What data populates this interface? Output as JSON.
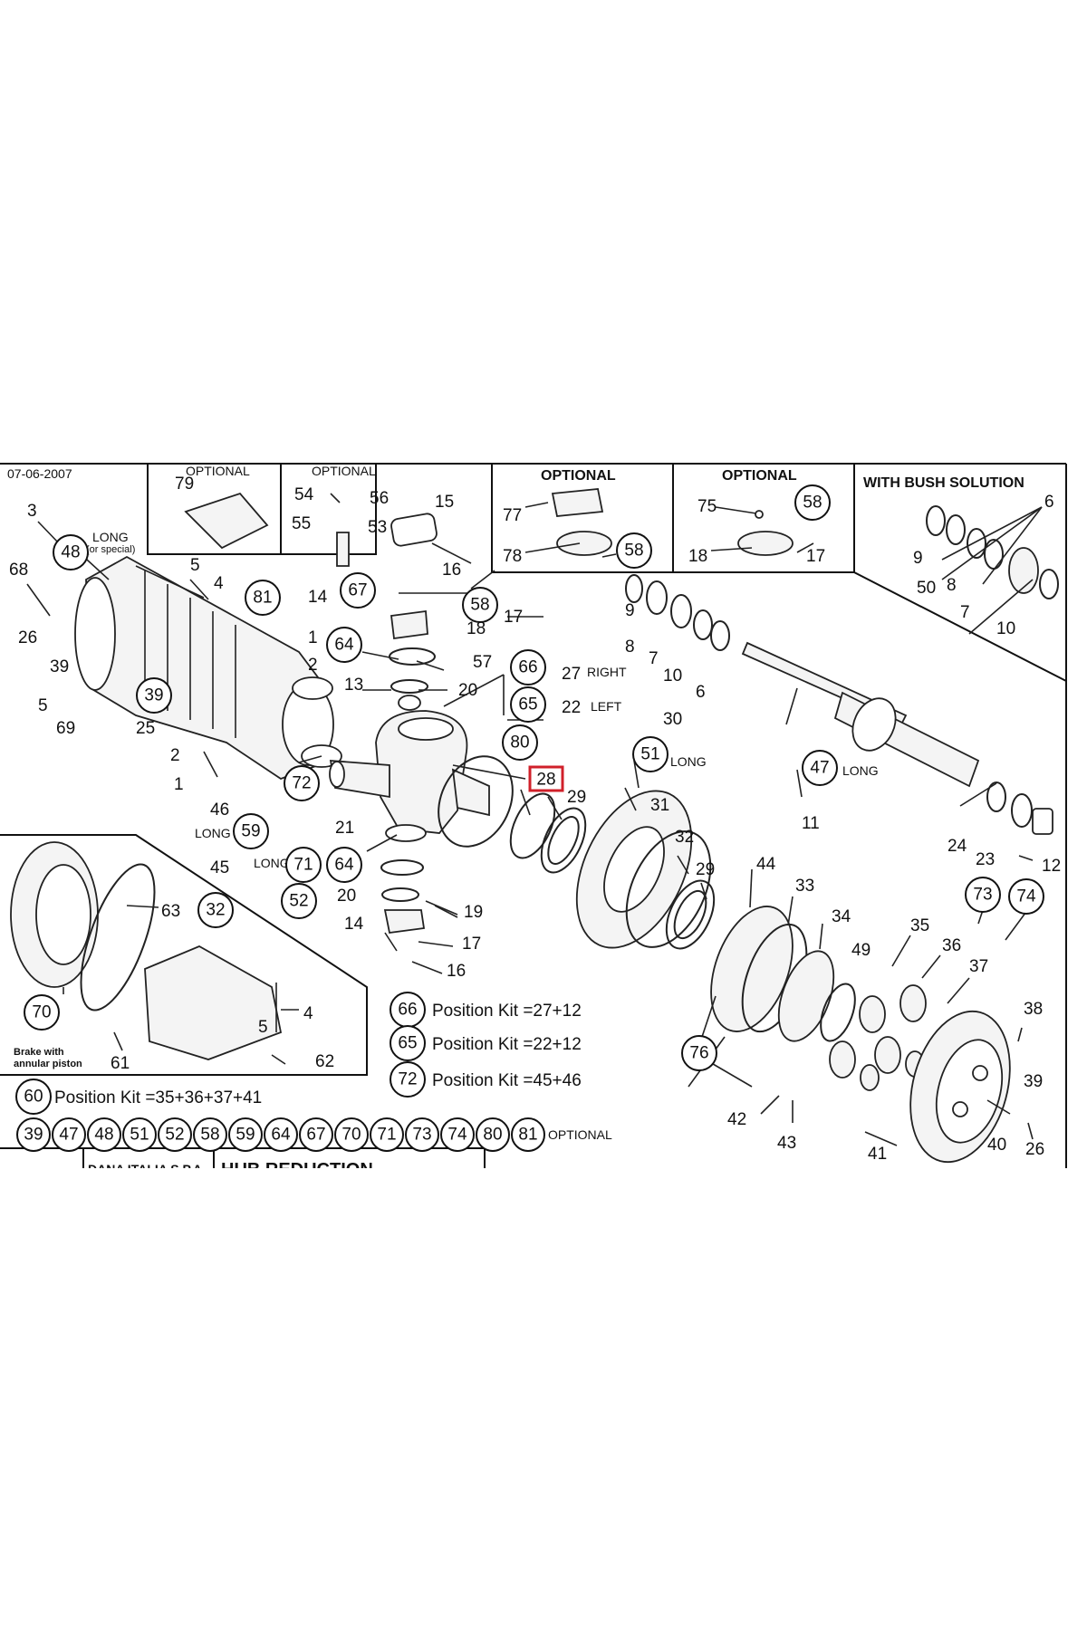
{
  "date": "07-06-2007",
  "optional_label": "OPTIONAL",
  "bush_header": "WITH BUSH SOLUTION",
  "long_label": "LONG",
  "or_special": "(or special)",
  "right_label": "RIGHT",
  "left_label": "LEFT",
  "brake_note_line1": "Brake with",
  "brake_note_line2": "annular piston",
  "highlighted_part": "28",
  "highlight_color": "#d0202a",
  "kits": {
    "k66": {
      "num": "66",
      "text": "Position Kit =27+12"
    },
    "k65": {
      "num": "65",
      "text": "Position Kit =22+12"
    },
    "k72": {
      "num": "72",
      "text": "Position Kit =45+46"
    },
    "k60": {
      "num": "60",
      "text": "Position Kit =35+36+37+41"
    }
  },
  "optional_row": [
    "39",
    "47",
    "48",
    "51",
    "52",
    "58",
    "59",
    "64",
    "67",
    "70",
    "71",
    "73",
    "74",
    "80",
    "81"
  ],
  "optional_row_label": "OPTIONAL",
  "footer_company": "DANA ITALIA S.P.A.",
  "footer_title": "HUB REDUCTION",
  "labels": {
    "p1": "1",
    "p2": "2",
    "p2b": "2",
    "p3": "3",
    "p4": "4",
    "p4b": "4",
    "p5": "5",
    "p5b": "5",
    "p5c": "5",
    "p6": "6",
    "p6b": "6",
    "p7": "7",
    "p7b": "7",
    "p8": "8",
    "p8b": "8",
    "p9": "9",
    "p9b": "9",
    "p10": "10",
    "p10b": "10",
    "p11": "11",
    "p12": "12",
    "p13": "13",
    "p14": "14",
    "p14b": "14",
    "p15": "15",
    "p16": "16",
    "p16b": "16",
    "p17": "17",
    "p17b": "17",
    "p17c": "17",
    "p18": "18",
    "p18b": "18",
    "p19": "19",
    "p20": "20",
    "p20b": "20",
    "p21": "21",
    "p22": "22",
    "p23": "23",
    "p24": "24",
    "p25": "25",
    "p26": "26",
    "p26b": "26",
    "p27": "27",
    "p29": "29",
    "p29b": "29",
    "p30": "30",
    "p31": "31",
    "p32": "32",
    "p33": "33",
    "p34": "34",
    "p35": "35",
    "p36": "36",
    "p37": "37",
    "p38": "38",
    "p39": "39",
    "p39b": "39",
    "p40": "40",
    "p41": "41",
    "p42": "42",
    "p43": "43",
    "p44": "44",
    "p45": "45",
    "p46": "46",
    "p49": "49",
    "p50": "50",
    "p53": "53",
    "p54": "54",
    "p55": "55",
    "p56": "56",
    "p57": "57",
    "p61": "61",
    "p62": "62",
    "p63": "63",
    "p68": "68",
    "p69": "69",
    "p75": "75",
    "p77": "77",
    "p78": "78",
    "p79": "79"
  },
  "circled": {
    "c48": "48",
    "c81": "81",
    "c67": "67",
    "c58a": "58",
    "c58b": "58",
    "c58c": "58",
    "c39": "39",
    "c64a": "64",
    "c64b": "64",
    "c66": "66",
    "c65": "65",
    "c80": "80",
    "c72": "72",
    "c59": "59",
    "c71": "71",
    "c52": "52",
    "c51": "51",
    "c47": "47",
    "c32": "32",
    "c70": "70",
    "c73": "73",
    "c74": "74",
    "c76": "76"
  }
}
